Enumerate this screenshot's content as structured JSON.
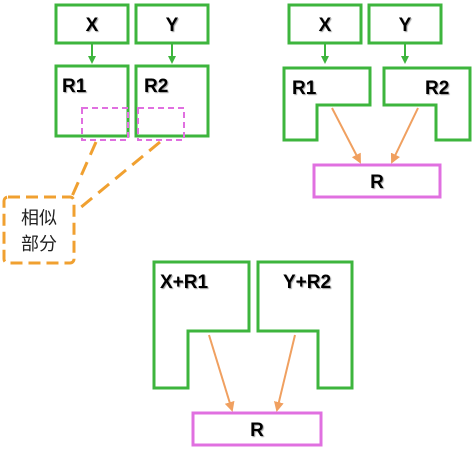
{
  "colors": {
    "green": "#3db53d",
    "magenta": "#e070e0",
    "orange": "#f0a060",
    "dash_orange": "#f0a030"
  },
  "panel_a": {
    "box_x": "X",
    "box_y": "Y",
    "box_r1": "R1",
    "box_r2": "R2",
    "callout_line1": "相似",
    "callout_line2": "部分"
  },
  "panel_b": {
    "box_x": "X",
    "box_y": "Y",
    "box_r1": "R1",
    "box_r2": "R2",
    "box_r": "R"
  },
  "panel_c": {
    "box_left": "X+R1",
    "box_right": "Y+R2",
    "box_r": "R"
  }
}
